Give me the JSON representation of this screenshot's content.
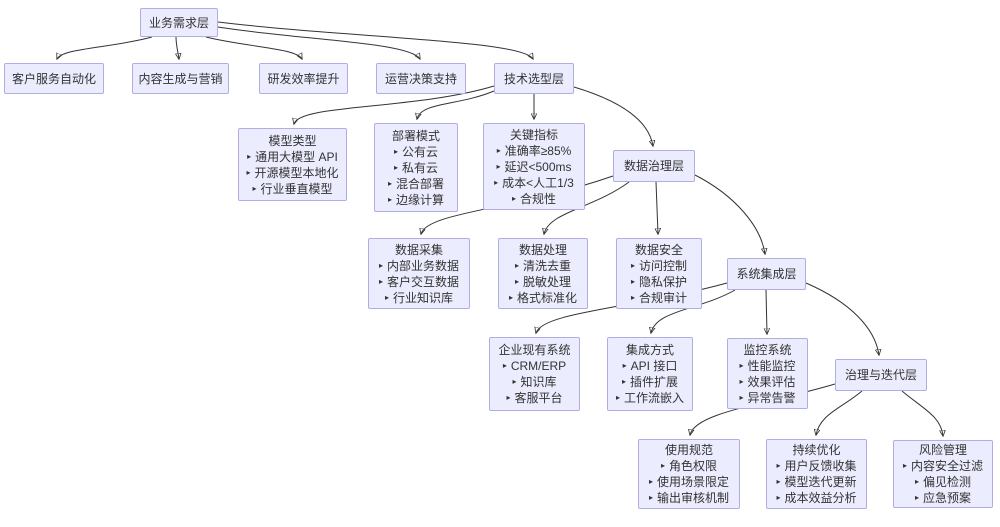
{
  "diagram": {
    "background_color": "#ffffff",
    "node_fill_color": "#ECECFF",
    "node_border_color": "#b1ace4",
    "text_color": "#333333",
    "edge_color": "#333333",
    "bullet_icon": "▸",
    "nodes": {
      "business_demand": {
        "title": "业务需求层",
        "items": []
      },
      "customer_service": {
        "title": "客户服务自动化",
        "items": []
      },
      "content_marketing": {
        "title": "内容生成与营销",
        "items": []
      },
      "rnd_efficiency": {
        "title": "研发效率提升",
        "items": []
      },
      "ops_decision": {
        "title": "运营决策支持",
        "items": []
      },
      "tech_selection": {
        "title": "技术选型层",
        "items": []
      },
      "model_type": {
        "title": "模型类型",
        "items": [
          "通用大模型 API",
          "开源模型本地化",
          "行业垂直模型"
        ]
      },
      "deploy_mode": {
        "title": "部署模式",
        "items": [
          "公有云",
          "私有云",
          "混合部署",
          "边缘计算"
        ]
      },
      "key_metrics": {
        "title": "关键指标",
        "items": [
          "准确率≥85%",
          "延迟<500ms",
          "成本<人工1/3",
          "合规性"
        ]
      },
      "data_governance": {
        "title": "数据治理层",
        "items": []
      },
      "data_collection": {
        "title": "数据采集",
        "items": [
          "内部业务数据",
          "客户交互数据",
          "行业知识库"
        ]
      },
      "data_processing": {
        "title": "数据处理",
        "items": [
          "清洗去重",
          "脱敏处理",
          "格式标准化"
        ]
      },
      "data_security": {
        "title": "数据安全",
        "items": [
          "访问控制",
          "隐私保护",
          "合规审计"
        ]
      },
      "system_integration": {
        "title": "系统集成层",
        "items": []
      },
      "existing_systems": {
        "title": "企业现有系统",
        "items": [
          "CRM/ERP",
          "知识库",
          "客服平台"
        ]
      },
      "integration_methods": {
        "title": "集成方式",
        "items": [
          "API 接口",
          "插件扩展",
          "工作流嵌入"
        ]
      },
      "monitoring": {
        "title": "监控系统",
        "items": [
          "性能监控",
          "效果评估",
          "异常告警"
        ]
      },
      "governance_iteration": {
        "title": "治理与迭代层",
        "items": []
      },
      "usage_standards": {
        "title": "使用规范",
        "items": [
          "角色权限",
          "使用场景限定",
          "输出审核机制"
        ]
      },
      "continuous_optimization": {
        "title": "持续优化",
        "items": [
          "用户反馈收集",
          "模型迭代更新",
          "成本效益分析"
        ]
      },
      "risk_management": {
        "title": "风险管理",
        "items": [
          "内容安全过滤",
          "偏见检测",
          "应急预案"
        ]
      }
    },
    "edges": [
      {
        "from": "business_demand",
        "to": "customer_service"
      },
      {
        "from": "business_demand",
        "to": "content_marketing"
      },
      {
        "from": "business_demand",
        "to": "rnd_efficiency"
      },
      {
        "from": "business_demand",
        "to": "ops_decision"
      },
      {
        "from": "business_demand",
        "to": "tech_selection"
      },
      {
        "from": "tech_selection",
        "to": "model_type"
      },
      {
        "from": "tech_selection",
        "to": "deploy_mode"
      },
      {
        "from": "tech_selection",
        "to": "key_metrics"
      },
      {
        "from": "tech_selection",
        "to": "data_governance"
      },
      {
        "from": "data_governance",
        "to": "data_collection"
      },
      {
        "from": "data_governance",
        "to": "data_processing"
      },
      {
        "from": "data_governance",
        "to": "data_security"
      },
      {
        "from": "data_governance",
        "to": "system_integration"
      },
      {
        "from": "system_integration",
        "to": "existing_systems"
      },
      {
        "from": "system_integration",
        "to": "integration_methods"
      },
      {
        "from": "system_integration",
        "to": "monitoring"
      },
      {
        "from": "system_integration",
        "to": "governance_iteration"
      },
      {
        "from": "governance_iteration",
        "to": "usage_standards"
      },
      {
        "from": "governance_iteration",
        "to": "continuous_optimization"
      },
      {
        "from": "governance_iteration",
        "to": "risk_management"
      }
    ]
  }
}
